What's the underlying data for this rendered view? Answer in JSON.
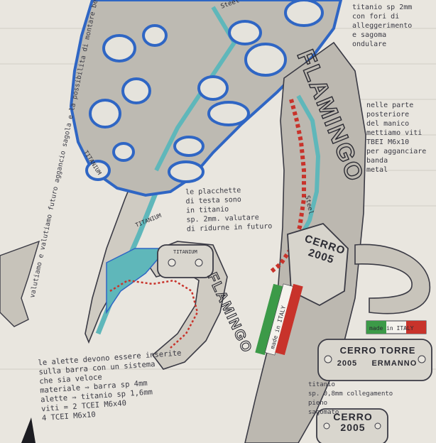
{
  "notes": {
    "top_right": "titanio sp 2mm\ncon fori di\nalleggerimento\ne sagoma\nondulare",
    "right_middle": "nelle parte\nposteriore\ndel manico\nmettiamo viti\nTBEI M6x10\nper agganciare\nbanda\nmetal",
    "center_middle": "le placchette\ndi testa sono\nin titanio\nsp. 2mm. valutare\ndi ridurne in futuro",
    "left_vertical": "valutiamo e valutiamo futuro aggancio\nsagola e la possibilita di montare\nbecche e denti anche su\nquelle e sagola su tutto",
    "bottom_center": "le alette devono essere inserite\nsulla barra con un sistema\nche sia veloce\nmateriale ⇒ barra  sp 4mm\nalette ⇒ titanio sp 1,6mm\nviti = 2 TCEI M6x40\n        4 TCEI M6x10",
    "bottom_right": "titanio\nsp. 0,8mm  collegamento\n                  pieno\n                  sagomato"
  },
  "labels": {
    "flamingo_shaft": "FLAMINGO",
    "flamingo_lower": "FLAMINGO",
    "cerro_2005": "CERRO\n2005",
    "cerro_torre_line1": "CERRO TORRE",
    "cerro_torre_line2": "2005     ERMANNO",
    "cerro_bottom": "CERRO\n2005",
    "made_in_italy": "made in ITALY",
    "made_in_italy_small": "made in ITALY",
    "titanium_blade": "TITANIUM",
    "titanium_pick": "TITANIUM",
    "titanium_plate": "TITANIUM",
    "steel_upper": "Steel",
    "steel_mid": "Steel"
  },
  "colors": {
    "paper": "#e9e6df",
    "pencil": "#3a3a44",
    "blue": "#2f66c4",
    "teal": "#5fb7ba",
    "red": "#c8332b",
    "flag_green": "#3c9a48",
    "flag_red": "#c8332b"
  }
}
